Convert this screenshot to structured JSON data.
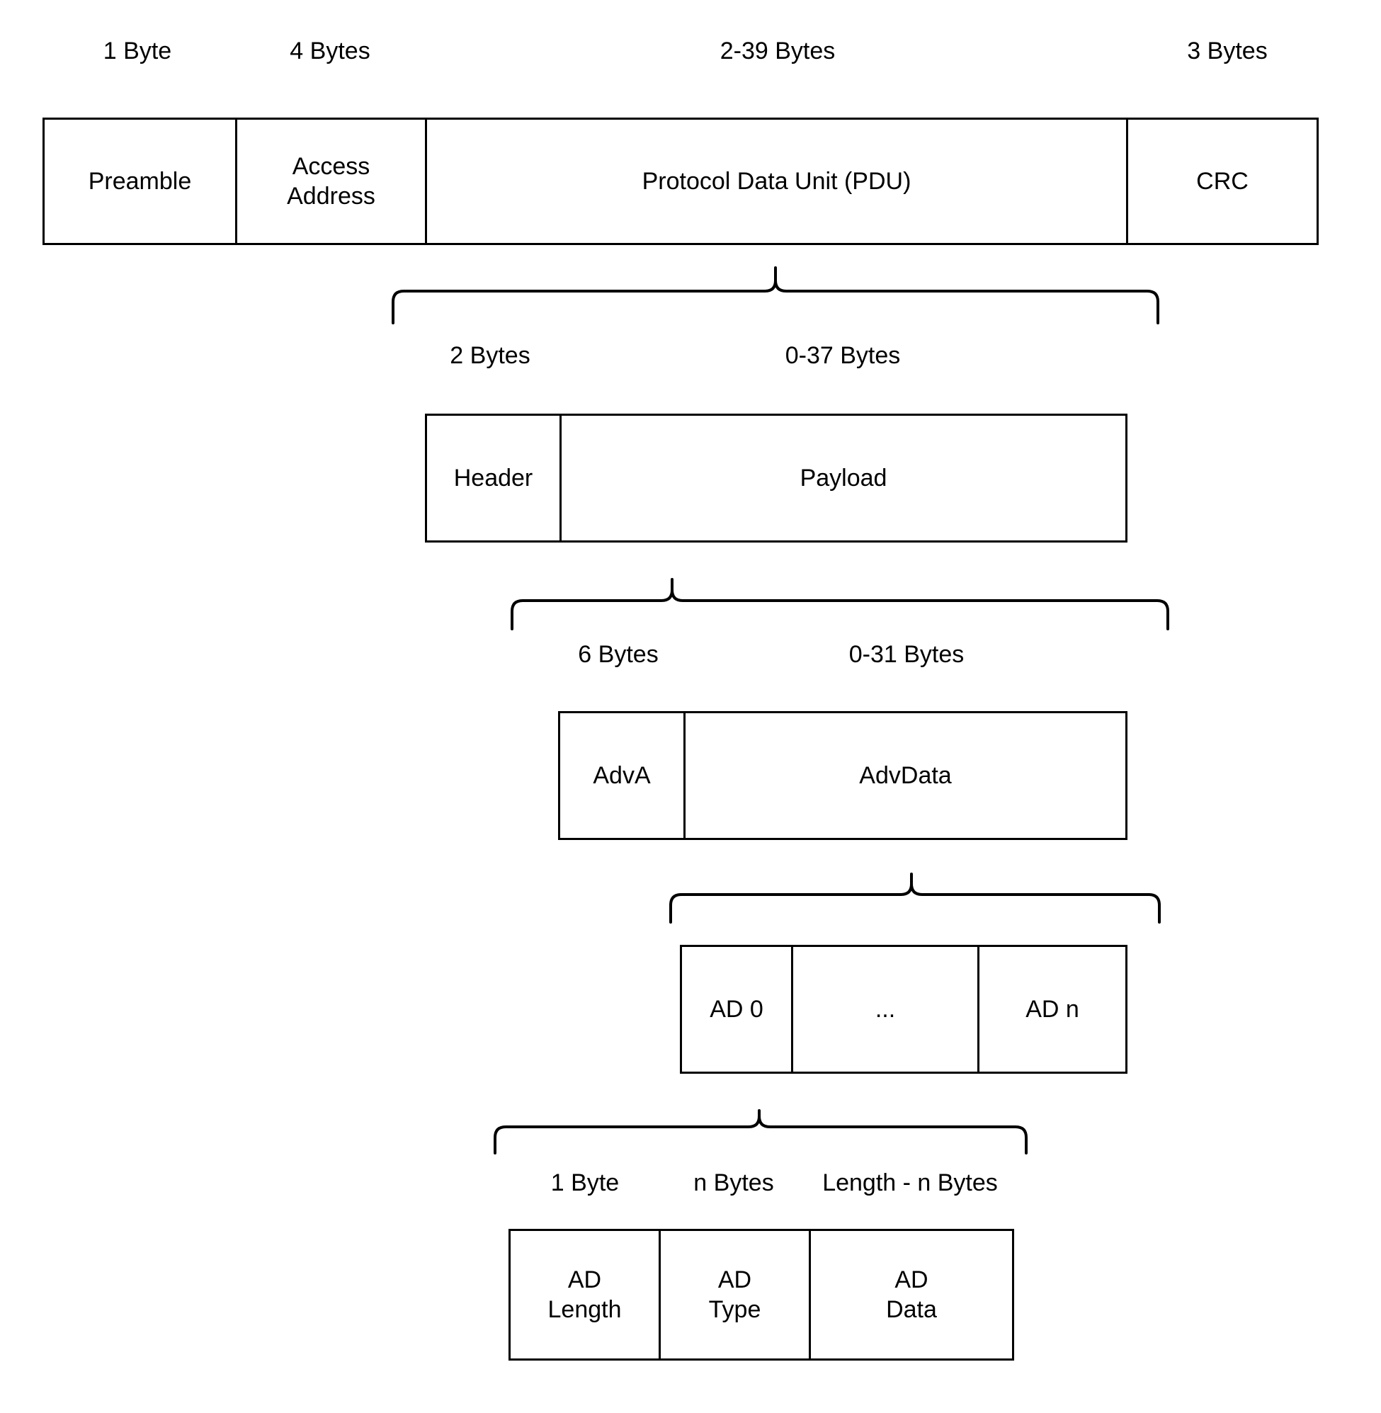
{
  "diagram": {
    "title": "Bluetooth Low Energy advertising packet structure",
    "stroke_color": "#000000",
    "background_color": "#ffffff",
    "levels": [
      {
        "id": "packet",
        "size_labels": [
          "1 Byte",
          "4 Bytes",
          "2-39 Bytes",
          "3 Bytes"
        ],
        "cells": [
          "Preamble",
          "Access\nAddress",
          "Protocol Data Unit (PDU)",
          "CRC"
        ]
      },
      {
        "id": "pdu",
        "size_labels": [
          "2 Bytes",
          "0-37 Bytes"
        ],
        "cells": [
          "Header",
          "Payload"
        ]
      },
      {
        "id": "payload",
        "size_labels": [
          "6 Bytes",
          "0-31 Bytes"
        ],
        "cells": [
          "AdvA",
          "AdvData"
        ]
      },
      {
        "id": "advdata",
        "size_labels": [],
        "cells": [
          "AD 0",
          "...",
          "AD n"
        ]
      },
      {
        "id": "ad",
        "size_labels": [
          "1 Byte",
          "n Bytes",
          "Length - n Bytes"
        ],
        "cells": [
          "AD\nLength",
          "AD\nType",
          "AD\nData"
        ]
      }
    ],
    "labels": {
      "l1_size_1": "1 Byte",
      "l1_size_2": "4 Bytes",
      "l1_size_3": "2-39 Bytes",
      "l1_size_4": "3 Bytes",
      "l1_cell_1": "Preamble",
      "l1_cell_2_line1": "Access",
      "l1_cell_2_line2": "Address",
      "l1_cell_3": "Protocol Data Unit (PDU)",
      "l1_cell_4": "CRC",
      "l2_size_1": "2 Bytes",
      "l2_size_2": "0-37 Bytes",
      "l2_cell_1": "Header",
      "l2_cell_2": "Payload",
      "l3_size_1": "6 Bytes",
      "l3_size_2": "0-31 Bytes",
      "l3_cell_1": "AdvA",
      "l3_cell_2": "AdvData",
      "l4_cell_1": "AD 0",
      "l4_cell_2": "...",
      "l4_cell_3": "AD n",
      "l5_size_1": "1 Byte",
      "l5_size_2": "n Bytes",
      "l5_size_3": "Length - n Bytes",
      "l5_cell_1_line1": "AD",
      "l5_cell_1_line2": "Length",
      "l5_cell_2_line1": "AD",
      "l5_cell_2_line2": "Type",
      "l5_cell_3_line1": "AD",
      "l5_cell_3_line2": "Data"
    }
  }
}
